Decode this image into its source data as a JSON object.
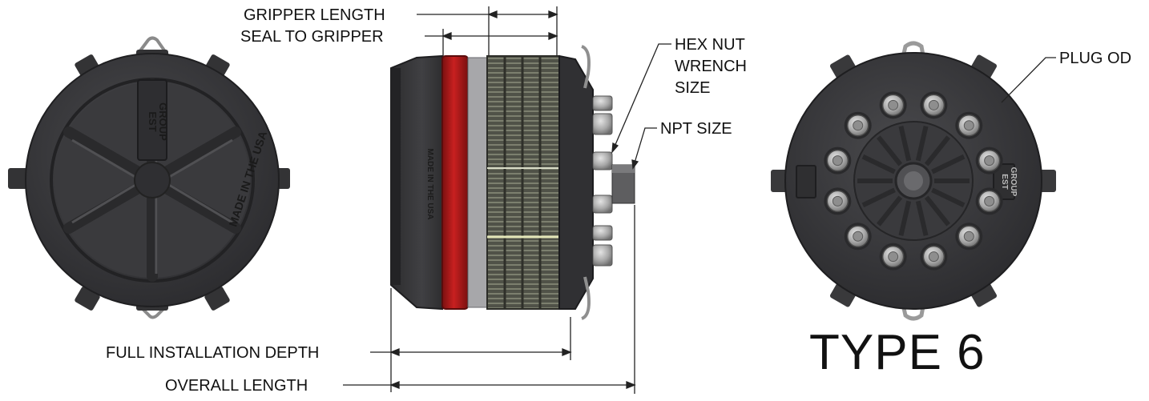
{
  "title": "TYPE 6",
  "dimensions": {
    "gripper_length": "GRIPPER LENGTH",
    "seal_to_gripper": "SEAL TO GRIPPER",
    "hex_nut_line1": "HEX NUT",
    "hex_nut_line2": "WRENCH",
    "hex_nut_line3": "SIZE",
    "npt_size": "NPT SIZE",
    "plug_od": "PLUG OD",
    "full_installation_depth": "FULL INSTALLATION DEPTH",
    "overall_length": "OVERALL LENGTH"
  },
  "front_view": {
    "logo_line1": "EST",
    "logo_line2": "GROUP",
    "rim_text": "MADE IN THE USA"
  },
  "side_view": {
    "body_text": "MADE IN THE USA"
  },
  "back_view": {
    "logo_line1": "EST",
    "logo_line2": "GROUP"
  },
  "colors": {
    "body": "#3a3a3c",
    "body_dark": "#2a2a2c",
    "seal_red": "#b01818",
    "gripper": "#575a4f",
    "bolt": "#b9b9b9"
  }
}
